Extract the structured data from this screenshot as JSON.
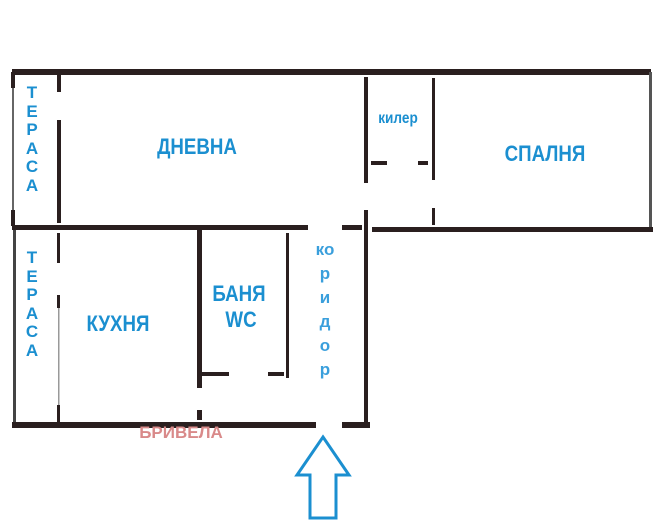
{
  "plan": {
    "rooms": {
      "terrace_top": "ТЕРАСА",
      "living": "ДНЕВНА",
      "closet": "килер",
      "bedroom": "СПАЛНЯ",
      "terrace_bottom": "ТЕРАСА",
      "kitchen": "КУХНЯ",
      "bath": "БАНЯ",
      "wc": "WC",
      "corridor": "коридор"
    },
    "watermark": "БРИВЕЛА",
    "entrance_icon": "arrow-up-outline-icon"
  },
  "colors": {
    "label": "#1b8fd0",
    "wall": "#2a1f1f",
    "watermark": "#d98a8a",
    "arrow": "#1b8fd0"
  }
}
